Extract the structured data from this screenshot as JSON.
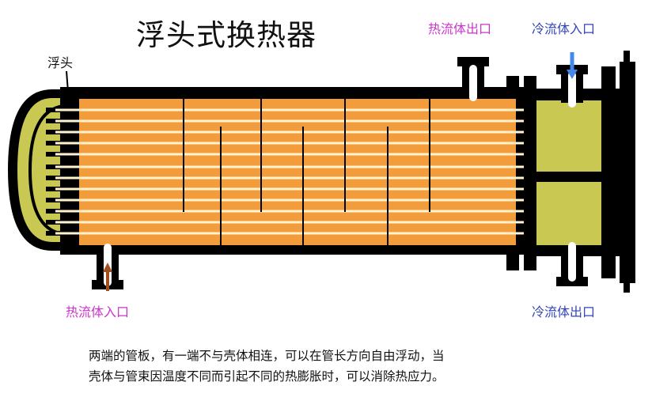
{
  "title": "浮头式换热器",
  "labels": {
    "float_head": "浮头",
    "hot_fluid_outlet": "热流体出口",
    "cold_fluid_inlet": "冷流体入口",
    "hot_fluid_inlet": "热流体入口",
    "cold_fluid_outlet": "冷流体出口"
  },
  "note": {
    "line1": "两端的管板，有一端不与壳体相连，可以在管长方向自由浮动，当",
    "line2": "壳体与管束因温度不同而引起不同的热膨胀时，可以消除热应力。"
  },
  "colors": {
    "shell_fill": "#f39c3c",
    "tube": "#fff2cc",
    "frame": "#000000",
    "head_fill": "#c8c852",
    "hot_label": "#cc33cc",
    "cold_label": "#3344bb",
    "cold_arrow": "#4488ee",
    "hot_arrow": "#a05020"
  }
}
